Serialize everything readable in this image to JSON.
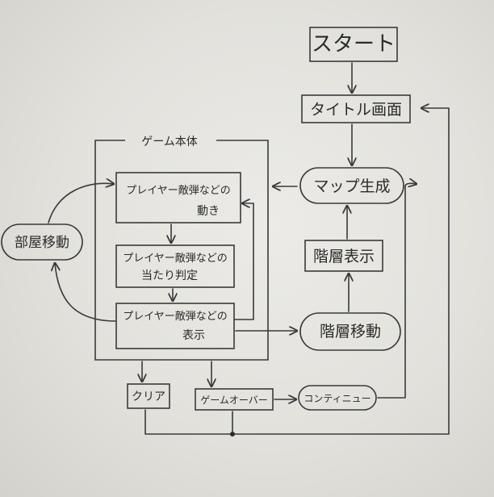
{
  "nodes": {
    "start": "スタート",
    "title_screen": "タイトル画面",
    "map_gen": "マップ生成",
    "floor_display": "階層表示",
    "floor_move": "階層移動",
    "continue": "コンティニュー",
    "room_move": "部屋移動",
    "game_body": "ゲーム本体",
    "movement_1": "プレイヤー敵弾などの",
    "movement_2": "動き",
    "hit_1": "プレイヤー敵弾などの",
    "hit_2": "当たり判定",
    "display_1": "プレイヤー敵弾などの",
    "display_2": "表示",
    "clear": "クリア",
    "game_over": "ゲームオーバー"
  }
}
